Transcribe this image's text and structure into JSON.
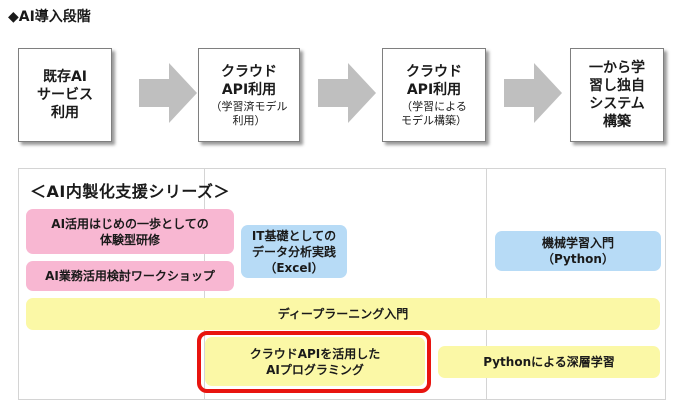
{
  "section_title": "◆AI導入段階",
  "stages": [
    {
      "main": "既存AI\nサービス\n利用",
      "sub": ""
    },
    {
      "main": "クラウド\nAPI利用",
      "sub": "（学習済モデル\n利用）"
    },
    {
      "main": "クラウド\nAPI利用",
      "sub": "（学習による\nモデル構築）"
    },
    {
      "main": "一から学\n習し独自\nシステム\n構築",
      "sub": ""
    }
  ],
  "series_title": "＜AI内製化支援シリーズ＞",
  "courses": {
    "taiken": "AI活用はじめの一歩としての\n体験型研修",
    "workshop": "AI業務活用検討ワークショップ",
    "it_kiso": "IT基礎としての\nデータ分析実践\n（Excel）",
    "kikai": "機械学習入門\n（Python）",
    "deep": "ディープラーニング入門",
    "cloud_api": "クラウドAPIを活用した\nAIプログラミング",
    "python_deep": "Pythonによる深層学習"
  },
  "colors": {
    "pink": "#f8b7d2",
    "blue": "#b7dbf6",
    "yellow": "#fbf8a6",
    "highlight_border": "#e8140f",
    "arrow": "#bfbfbf"
  }
}
